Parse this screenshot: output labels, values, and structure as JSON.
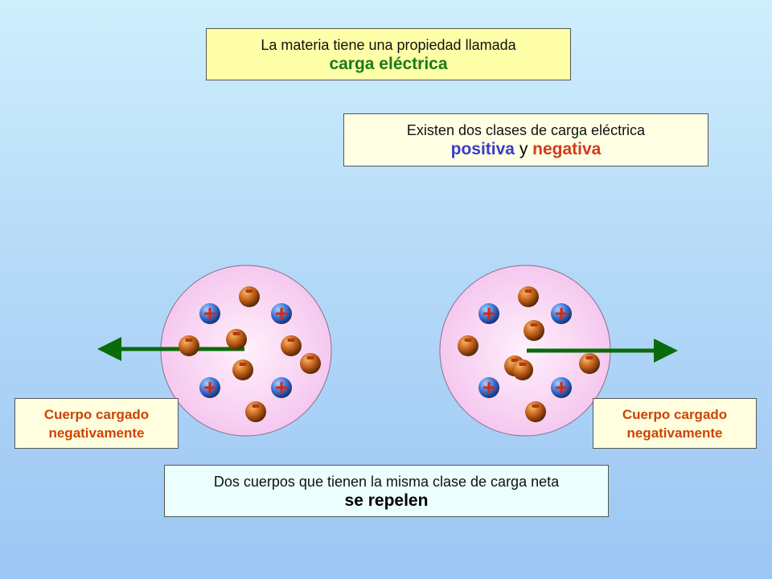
{
  "top_box": {
    "line1": "La materia tiene una propiedad llamada",
    "line2": "carga eléctrica"
  },
  "classes_box": {
    "line1": "Existen dos clases de carga eléctrica",
    "positive": "positiva",
    "conjunction": " y ",
    "negative": "negativa"
  },
  "bottom_box": {
    "line1": "Dos cuerpos que tienen la misma clase de carga neta",
    "line2": "se repelen"
  },
  "left_body": {
    "label_line1": "Cuerpo cargado",
    "label_line2": "negativamente",
    "positive_charges": 4,
    "negative_charges": 7
  },
  "right_body": {
    "label_line1": "Cuerpo cargado",
    "label_line2": "negativamente",
    "positive_charges": 4,
    "negative_charges": 7
  },
  "symbols": {
    "plus": "+",
    "minus": "-"
  },
  "colors": {
    "positive_charge": "#3c6fd8",
    "negative_charge": "#c4621a",
    "arrow": "#0a6b0a",
    "body_fill": "#f8d4f2",
    "positive_text": "#3b3bc8",
    "negative_text": "#d43a1a",
    "emphasis_green": "#1a7a1a"
  }
}
